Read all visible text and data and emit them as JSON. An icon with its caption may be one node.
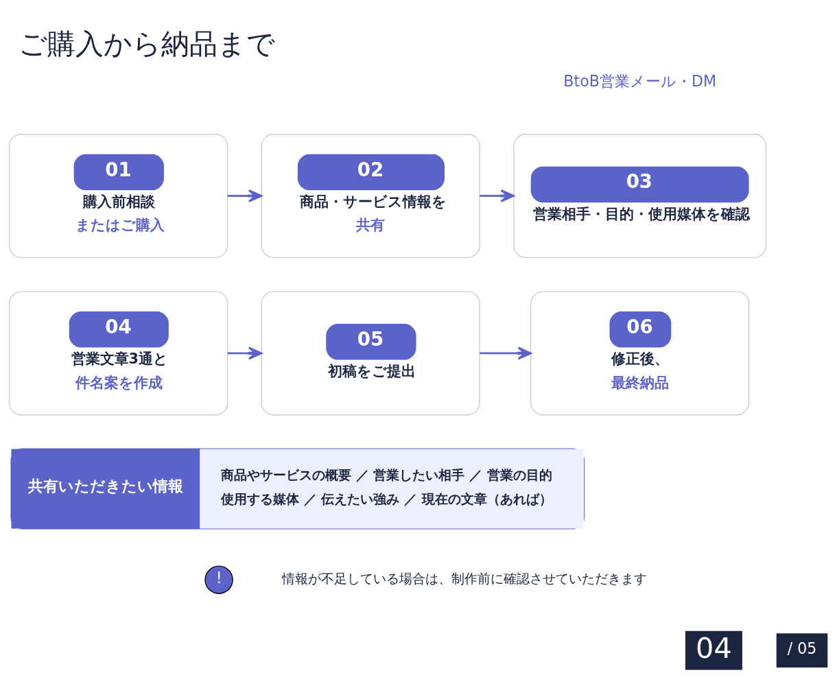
{
  "diagram": {
    "title": "ご購入から納品まで",
    "nodes": [
      {
        "text": [
          "01",
          "購入前相談",
          "またはご購入"
        ]
      },
      {
        "text": [
          "02",
          "商品・サービス情報を",
          "共有"
        ]
      },
      {
        "text": [
          "03",
          "営業相手・目的・使用媒体を確認"
        ]
      },
      {
        "text": [
          "04",
          "営業文章3通と",
          "件名案を作成"
        ]
      },
      {
        "text": [
          "05",
          "初稿をご提出"
        ]
      },
      {
        "text": [
          "06",
          "修正後、",
          "最終納品"
        ]
      },
      {
        "text": [
          "共有いただきたい情報",
          "商品やサービスの概要 ／ 営業したい相手 ／ 営業の目的",
          "使用する媒体 ／ 伝えたい強み ／ 現在の文章（あれば）"
        ]
      }
    ],
    "edges": [
      {
        "from": 0,
        "to": 1,
        "arrow": "to"
      },
      {
        "from": 1,
        "to": 2,
        "arrow": "to"
      },
      {
        "from": 3,
        "to": 4,
        "arrow": "to"
      },
      {
        "from": 4,
        "to": 5,
        "arrow": "to"
      }
    ],
    "labels": [
      "BtoB営業メール・DM",
      "!",
      "情報が不足している場合は、制作前に確認させていただきます",
      "04",
      "/ 05"
    ]
  }
}
